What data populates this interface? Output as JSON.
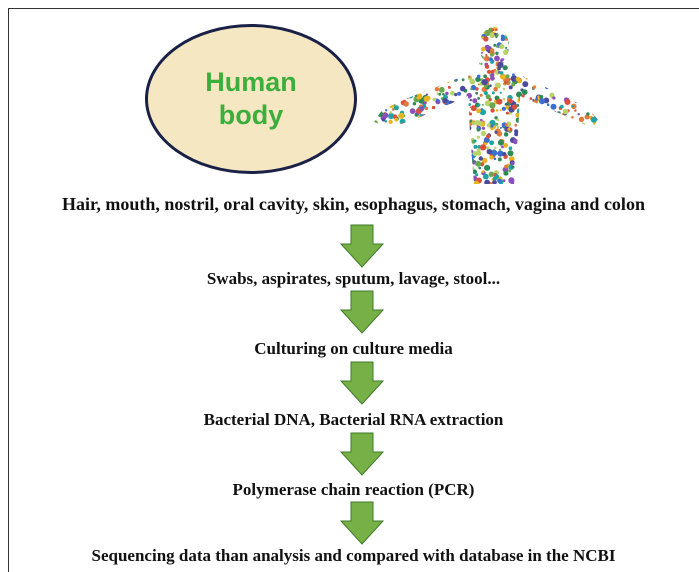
{
  "source": {
    "label": "Human\nbody"
  },
  "steps": [
    "Hair, mouth, nostril, oral cavity, skin, esophagus, stomach, vagina and colon",
    "Swabs,  aspirates,  sputum,  lavage,  stool...",
    "Culturing  on  culture  media",
    "Bacterial  DNA,  Bacterial  RNA  extraction",
    "Polymerase  chain  reaction  (PCR)",
    "Sequencing  data  than  analysis  and  compared  with  database  in  the  NCBI"
  ],
  "colors": {
    "oval_fill": "#f6e7c3",
    "oval_border": "#1a2147",
    "label_text": "#3cae3c",
    "arrow_fill": "#76b046",
    "arrow_stroke": "#3f7a2a"
  },
  "icons": {
    "figure": "colorful-human-figure-icon",
    "arrow": "down-arrow-icon"
  }
}
